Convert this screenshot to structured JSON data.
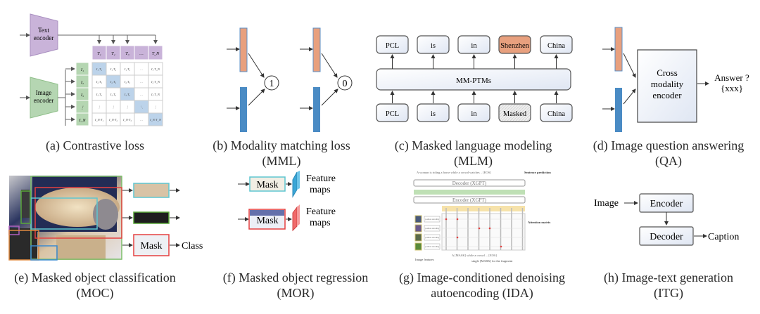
{
  "figure": {
    "panels": [
      {
        "id": "a",
        "caption": "(a) Contrastive loss",
        "caption2": ""
      },
      {
        "id": "b",
        "caption": "(b) Modality matching loss",
        "caption2": "(MML)"
      },
      {
        "id": "c",
        "caption": "(c) Masked language modeling",
        "caption2": "(MLM)"
      },
      {
        "id": "d",
        "caption": "(d) Image question answering",
        "caption2": "(QA)"
      },
      {
        "id": "e",
        "caption": "(e) Masked object classification",
        "caption2": "(MOC)"
      },
      {
        "id": "f",
        "caption": "(f) Masked object regression",
        "caption2": "(MOR)"
      },
      {
        "id": "g",
        "caption": "(g) Image-conditioned denoising",
        "caption2": "autoencoding (IDA)"
      },
      {
        "id": "h",
        "caption": "(h) Image-text generation",
        "caption2": "(ITG)"
      }
    ]
  },
  "contrastive": {
    "text_encoder": [
      "Text",
      "encoder"
    ],
    "image_encoder": [
      "Image",
      "encoder"
    ],
    "text_tokens": [
      "T₁",
      "T₂",
      "T₃",
      "…",
      "T_N"
    ],
    "image_tokens": [
      "I₁",
      "I₂",
      "I₃",
      "⋮",
      "I_N"
    ],
    "matrix": [
      [
        "I₁·T₁",
        "I₁·T₂",
        "I₁·T₃",
        "…",
        "I₁·T_N"
      ],
      [
        "I₂·T₁",
        "I₂·T₂",
        "I₂·T₃",
        "…",
        "I₂·T_N"
      ],
      [
        "I₃·T₁",
        "I₃·T₂",
        "I₃·T₃",
        "…",
        "I₃·T_N"
      ],
      [
        "⋮",
        "⋮",
        "⋮",
        "⋱",
        "⋮"
      ],
      [
        "I_N·T₁",
        "I_N·T₂",
        "I_N·T₃",
        "…",
        "I_N·T_N"
      ]
    ],
    "colors": {
      "text": "#c9b3d9",
      "image": "#b5d6b2",
      "diag": "#bcd3ea"
    }
  },
  "mml": {
    "match_label": "1",
    "nomatch_label": "0",
    "colors": {
      "text_bar": "#e8a07e",
      "image_bar": "#4a8bc4"
    }
  },
  "mlm": {
    "outputs": [
      "PCL",
      "is",
      "in",
      "Shenzhen",
      "China"
    ],
    "inputs": [
      "PCL",
      "is",
      "in",
      "Masked",
      "China"
    ],
    "model": "MM-PTMs",
    "colors": {
      "predicted": "#e8a07e"
    }
  },
  "qa": {
    "encoder": [
      "Cross",
      "modality",
      "encoder"
    ],
    "answer": [
      "Answer ?",
      "{xxx}"
    ]
  },
  "moc": {
    "mask_label": "Mask",
    "class_label": "Class"
  },
  "mor": {
    "mask_label": "Mask",
    "feature_label": [
      "Feature",
      "maps"
    ]
  },
  "ida": {
    "sentence": "A woman is riding a horse while a crowd watches .. [EOS]",
    "decoder": "Decoder (XGPT)",
    "encoder": "Encoder (XGPT)",
    "side_labels": [
      "Sentence prediction",
      "Attention matrix",
      "Image features"
    ],
    "pos_label": "position encoding",
    "bottom": "A [MASK] while a crowd ... [EOS]",
    "bottom2": "single [MASK] for the fragment"
  },
  "itg": {
    "input": "Image",
    "encoder": "Encoder",
    "decoder": "Decoder",
    "output": "Caption"
  }
}
